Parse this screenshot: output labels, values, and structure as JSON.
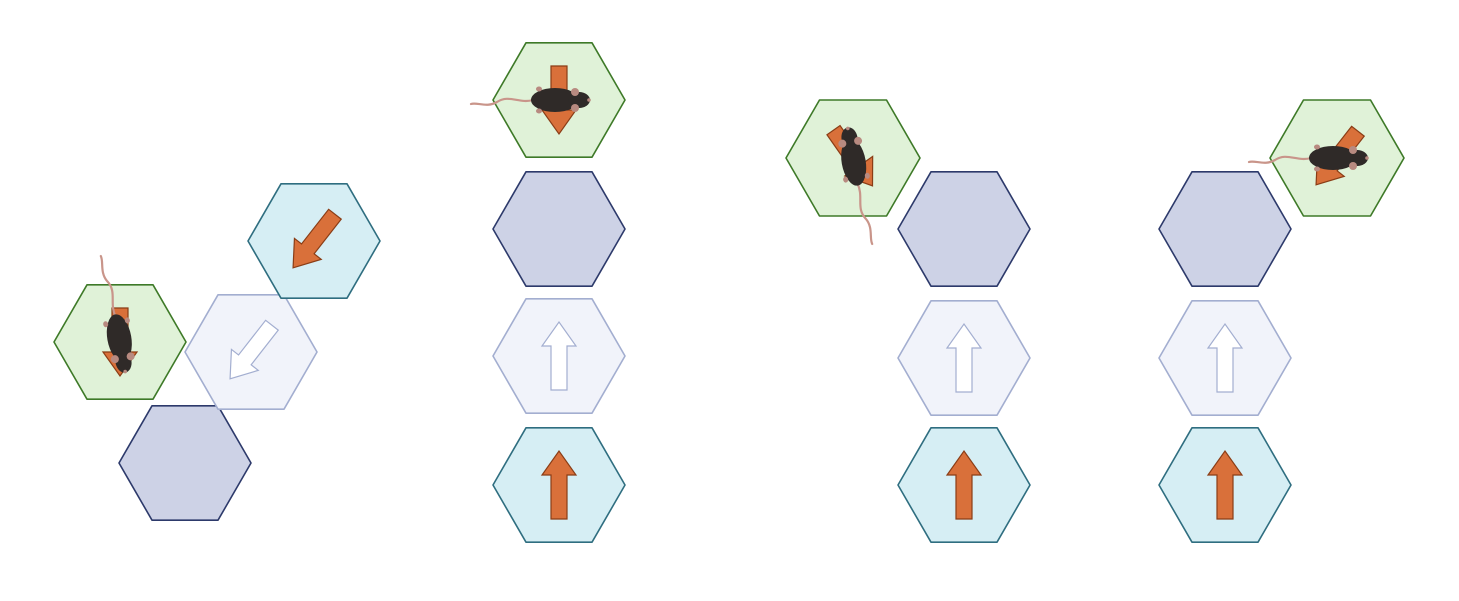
{
  "colors": {
    "start": {
      "fill": "#e0f2d8",
      "stroke": "#3e7a28"
    },
    "corridor": {
      "fill": "#cdd2e6",
      "stroke": "#2d3a6b"
    },
    "cue": {
      "fill": "#f1f3fa",
      "stroke": "#a3aed0"
    },
    "goal": {
      "fill": "#d6eef4",
      "stroke": "#2f6e80"
    },
    "arrow": {
      "fill": "#d9703a",
      "stroke": "#8a3d16"
    },
    "arrow_outline": {
      "fill": "#ffffff",
      "stroke": "#a3aed0"
    },
    "mouse_body": "#2f2a28",
    "mouse_tail": "#c9958a",
    "mouse_ear": "#b88a80"
  },
  "panels": [
    {
      "id": "panel-1",
      "tiles": [
        {
          "role": "start",
          "arrow": "solid",
          "arrow_direction": "down",
          "mouse": true,
          "mouse_heading": "down"
        },
        {
          "role": "corridor",
          "arrow": "none"
        },
        {
          "role": "cue",
          "arrow": "outline",
          "arrow_direction": "down-left"
        },
        {
          "role": "goal",
          "arrow": "solid",
          "arrow_direction": "down-left"
        }
      ]
    },
    {
      "id": "panel-2",
      "tiles": [
        {
          "role": "start",
          "arrow": "solid",
          "arrow_direction": "down",
          "mouse": true,
          "mouse_heading": "right"
        },
        {
          "role": "corridor",
          "arrow": "none"
        },
        {
          "role": "cue",
          "arrow": "outline",
          "arrow_direction": "up"
        },
        {
          "role": "goal",
          "arrow": "solid",
          "arrow_direction": "up"
        }
      ]
    },
    {
      "id": "panel-3",
      "tiles": [
        {
          "role": "start",
          "arrow": "solid",
          "arrow_direction": "down-right",
          "mouse": true,
          "mouse_heading": "up"
        },
        {
          "role": "corridor",
          "arrow": "none"
        },
        {
          "role": "cue",
          "arrow": "outline",
          "arrow_direction": "up"
        },
        {
          "role": "goal",
          "arrow": "solid",
          "arrow_direction": "up"
        }
      ]
    },
    {
      "id": "panel-4",
      "tiles": [
        {
          "role": "start",
          "arrow": "solid",
          "arrow_direction": "down-left",
          "mouse": true,
          "mouse_heading": "right"
        },
        {
          "role": "corridor",
          "arrow": "none"
        },
        {
          "role": "cue",
          "arrow": "outline",
          "arrow_direction": "up"
        },
        {
          "role": "goal",
          "arrow": "solid",
          "arrow_direction": "up"
        }
      ]
    }
  ]
}
